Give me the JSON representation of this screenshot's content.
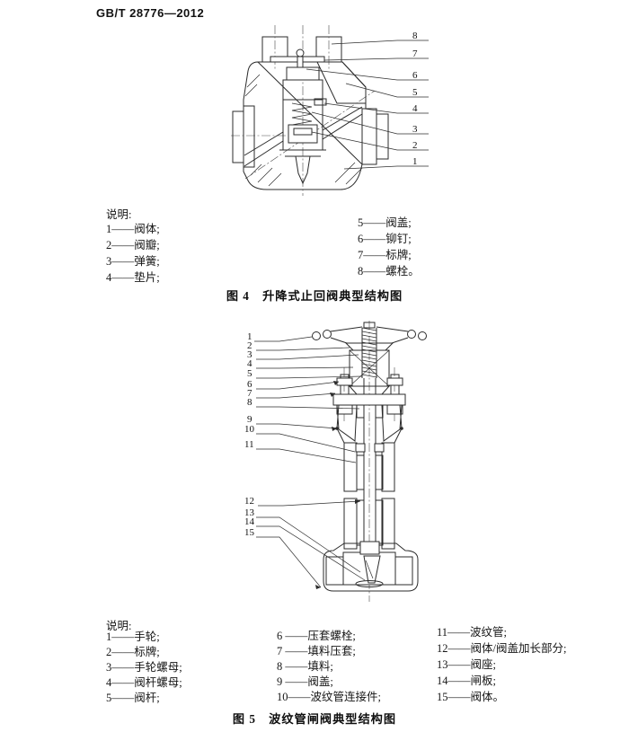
{
  "header": {
    "doc_number": "GB/T 28776—2012"
  },
  "fig4": {
    "legend_title": "说明:",
    "legend_col1": [
      "1——阀体;",
      "2——阀瓣;",
      "3——弹簧;",
      "4——垫片;"
    ],
    "legend_col2": [
      "5——阀盖;",
      "6——铆钉;",
      "7——标牌;",
      "8——螺栓。"
    ],
    "caption": "图 4　升降式止回阀典型结构图",
    "callouts": [
      "8",
      "7",
      "6",
      "5",
      "4",
      "3",
      "2",
      "1"
    ]
  },
  "fig5": {
    "legend_title": "说明:",
    "legend_col1": [
      "1——手轮;",
      "2——标牌;",
      "3——手轮螺母;",
      "4——阀杆螺母;",
      "5——阀杆;"
    ],
    "legend_col2": [
      "6 ——压套螺栓;",
      "7 ——填料压套;",
      "8 ——填料;",
      "9 ——阀盖;",
      "10——波纹管连接件;"
    ],
    "legend_col3": [
      "11——波纹管;",
      "12——阀体/阀盖加长部分;",
      "13——阀座;",
      "14——闸板;",
      "15——阀体。"
    ],
    "caption": "图 5　波纹管闸阀典型结构图",
    "callouts": [
      "1",
      "2",
      "3",
      "4",
      "5",
      "6",
      "7",
      "8",
      "9",
      "10",
      "11",
      "12",
      "13",
      "14",
      "15"
    ]
  }
}
